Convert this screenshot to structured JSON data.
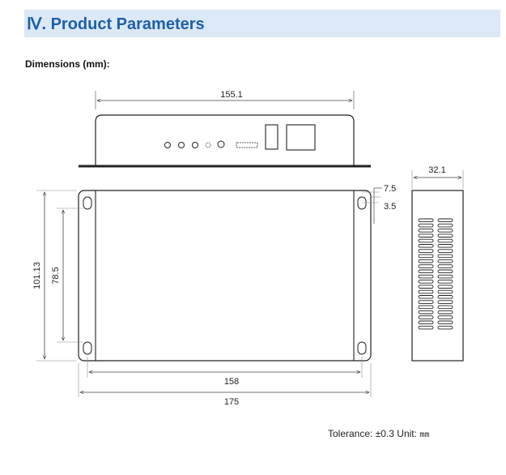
{
  "header": {
    "title": "Ⅳ. Product Parameters"
  },
  "dimensions_label": "Dimensions (mm):",
  "drawing": {
    "front_width": "155.1",
    "side_depth": "32.1",
    "hole_offset_top": "7.5",
    "hole_offset_small": "3.5",
    "outer_height": "101.13",
    "hole_spacing_vertical": "78.5",
    "hole_spacing_horizontal": "158",
    "overall_width": "175"
  },
  "tolerance": {
    "label": "Tolerance: ±0.3 Unit:",
    "unit": "mm"
  }
}
